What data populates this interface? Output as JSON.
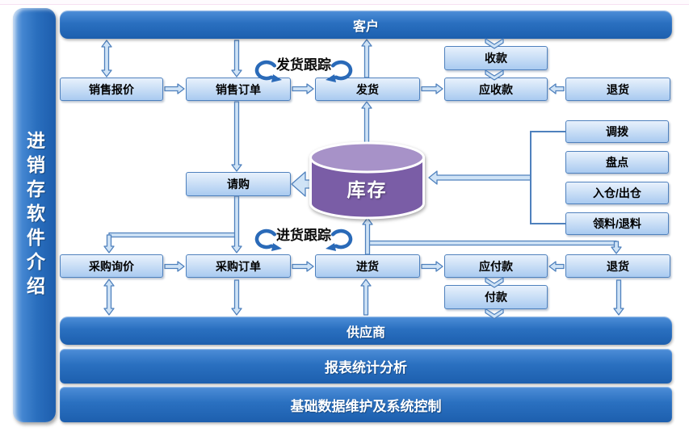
{
  "sidebar": {
    "title": "进销存软件介绍"
  },
  "bars": {
    "customer": "客户",
    "supplier": "供应商",
    "reports": "报表统计分析",
    "foundation": "基础数据维护及系统控制"
  },
  "nodes": {
    "sales_quote": "销售报价",
    "sales_order": "销售订单",
    "shipping": "发货",
    "receivable": "应收款",
    "sales_return": "退货",
    "collection": "收款",
    "requisition": "请购",
    "transfer": "调拨",
    "stocktake": "盘点",
    "warehouse_io": "入仓/出仓",
    "material_io": "领料/退料",
    "purchase_inquiry": "采购询价",
    "purchase_order": "采购订单",
    "incoming": "进货",
    "payable": "应付款",
    "purchase_return": "退货",
    "payment": "付款"
  },
  "inventory": {
    "label": "库存"
  },
  "tracking": {
    "shipping": "发货跟踪",
    "purchasing": "进货跟踪"
  },
  "colors": {
    "bar_blue": "#2a70c0",
    "node_fill": "#cfe2f7",
    "node_border": "#4f81bd",
    "arrow_fill": "#cfe3f6",
    "arrow_border": "#4f81bd",
    "curl_blue": "#2a6ab8",
    "cylinder_body": "#7a5da6",
    "cylinder_top": "#a792c8"
  }
}
